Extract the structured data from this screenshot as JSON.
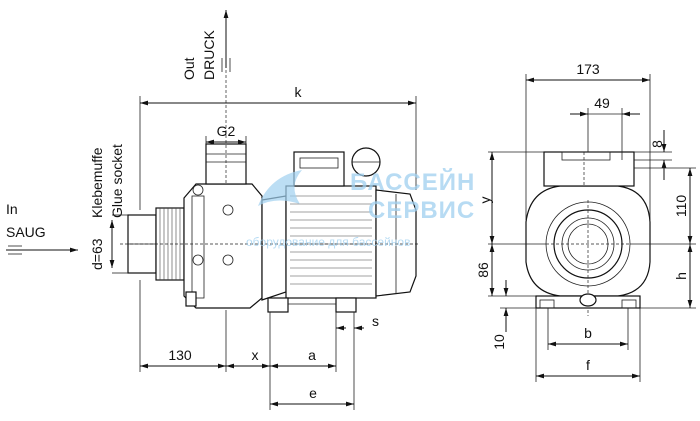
{
  "dimensions": {
    "k": "k",
    "g2": "G2",
    "d130": "130",
    "x": "x",
    "a": "a",
    "e": "e",
    "s": "s",
    "d173": "173",
    "d49": "49",
    "d8": "8",
    "y": "y",
    "d110": "110",
    "h": "h",
    "d86": "86",
    "d10": "10",
    "b": "b",
    "f": "f"
  },
  "labels": {
    "out": "Out",
    "druck": "DRUCK",
    "in": "In",
    "saug": "SAUG",
    "d63": "d=63",
    "klebemuffe": "Klebemuffe",
    "glue_socket": "Glue socket"
  },
  "watermark": {
    "line1": "БАССЕЙН",
    "line2": "СЕРВИС",
    "tagline": "оборудование для бассейнов"
  },
  "colors": {
    "line": "#111111",
    "watermark": "#9fd0f0"
  }
}
